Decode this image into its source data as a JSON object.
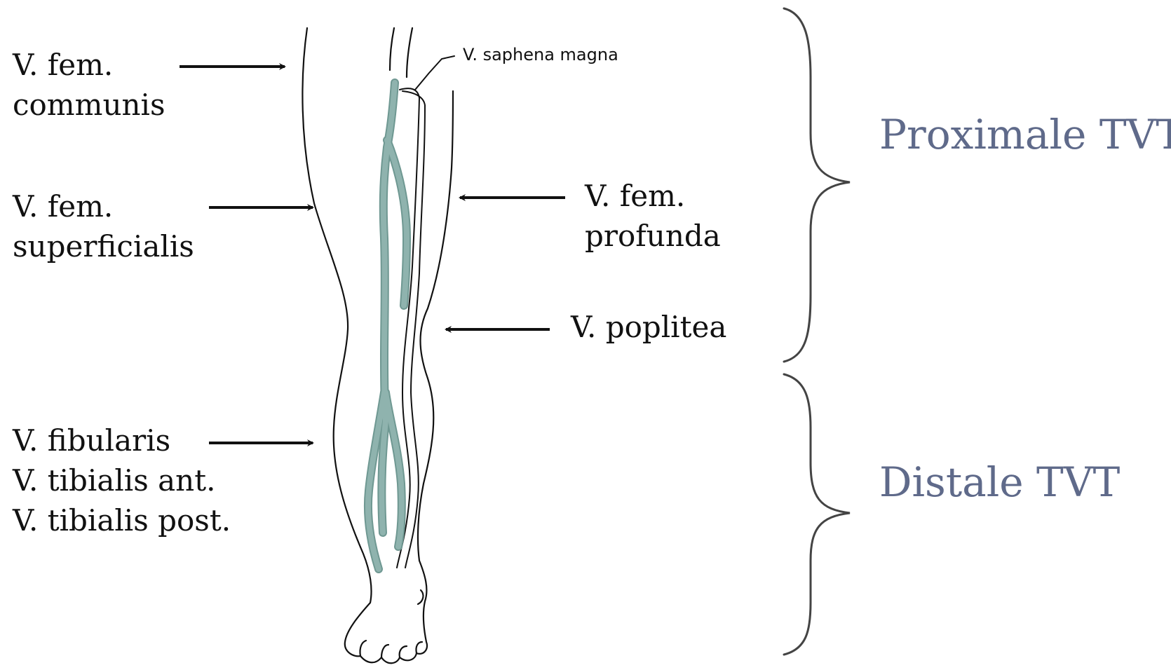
{
  "labels": {
    "fem_communis": [
      "V. fem.",
      "communis"
    ],
    "fem_superficialis": [
      "V. fem.",
      "superficialis"
    ],
    "fibularis_group": [
      "V. fibularis",
      "V. tibialis ant.",
      "V. tibialis post."
    ],
    "saphena_magna": "V. saphena magna",
    "fem_profunda": [
      "V. fem.",
      "profunda"
    ],
    "poplitea": "V. poplitea"
  },
  "categories": {
    "proximal": "Proximale TVT",
    "distal": "Distale TVT"
  },
  "colors": {
    "text": "#111111",
    "category_text": "#5f6a8a",
    "vein": "#8fb3ae",
    "vein_edge": "#6f9892",
    "outline": "#111111",
    "brace": "#444444"
  },
  "icons": [
    "arrow-right-icon",
    "arrow-left-icon",
    "curly-brace-icon"
  ]
}
